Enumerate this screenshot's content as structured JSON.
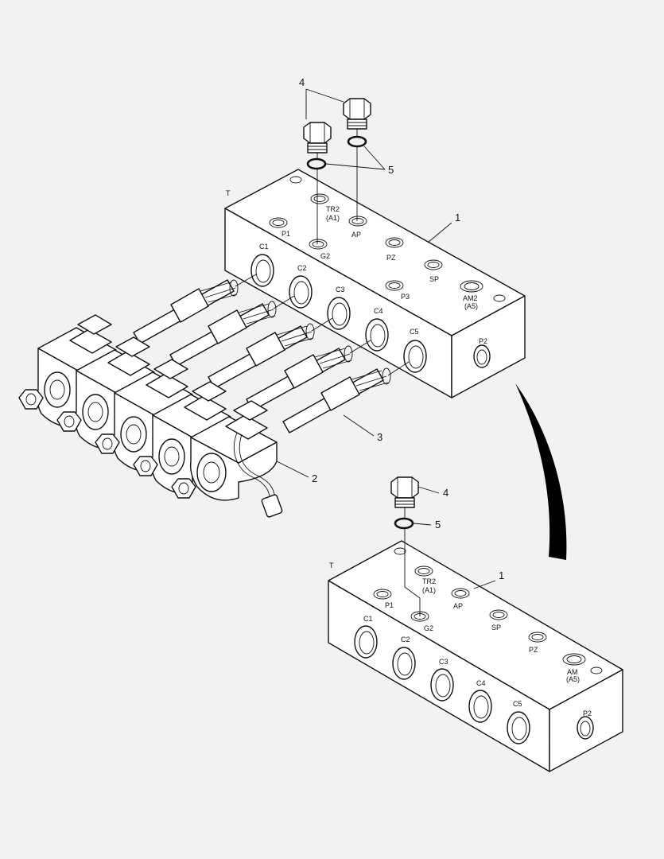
{
  "upper_manifold": {
    "corner_label": "T",
    "top_ports": [
      "TR2",
      "(A1)",
      "P1",
      "AP",
      "G2",
      "PZ",
      "SP",
      "P3",
      "AM2",
      "(A5)"
    ],
    "front_ports": [
      "C1",
      "C2",
      "C3",
      "C4",
      "C5"
    ],
    "end_port": "P2"
  },
  "lower_manifold": {
    "corner_label": "T",
    "top_ports": [
      "TR2",
      "(A1)",
      "P1",
      "AP",
      "G2",
      "SP",
      "PZ",
      "AM",
      "(A5)"
    ],
    "front_ports": [
      "C1",
      "C2",
      "C3",
      "C4",
      "C5"
    ],
    "end_port": "P2"
  },
  "callouts": {
    "upper": [
      "4",
      "5",
      "1",
      "3",
      "2"
    ],
    "lower": [
      "4",
      "5",
      "1"
    ]
  }
}
